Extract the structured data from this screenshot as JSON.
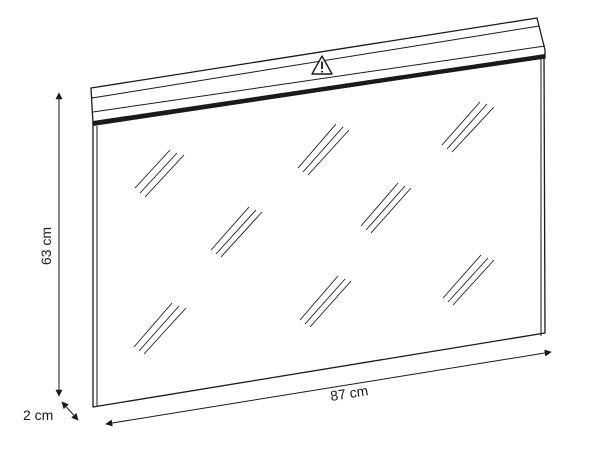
{
  "dimensions": {
    "height": "63 cm",
    "width": "87 cm",
    "depth": "2 cm"
  },
  "icons": {
    "warning": "warning-triangle-icon"
  }
}
